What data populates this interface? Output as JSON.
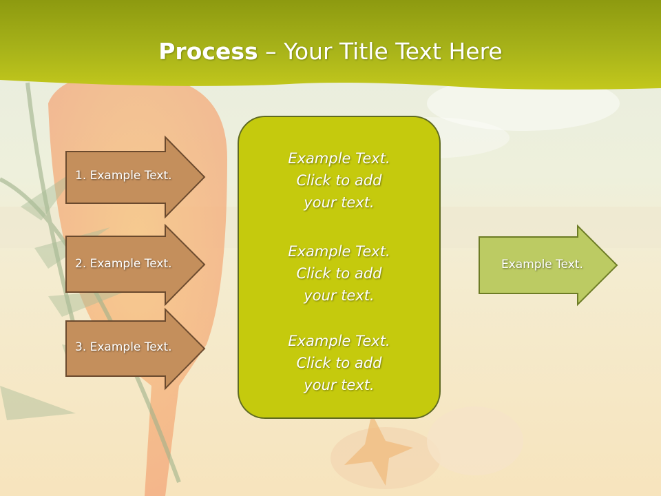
{
  "title": {
    "bold": "Process",
    "rest": " – Your Title Text Here"
  },
  "left_arrows": [
    {
      "label": "1. Example Text."
    },
    {
      "label": "2. Example Text."
    },
    {
      "label": "3. Example Text."
    }
  ],
  "center_box": {
    "blocks": [
      {
        "lines": [
          "Example Text.",
          "Click  to add",
          "your text."
        ]
      },
      {
        "lines": [
          "Example Text.",
          "Click  to add",
          "your text."
        ]
      },
      {
        "lines": [
          "Example Text.",
          "Click  to add",
          "your text."
        ]
      }
    ]
  },
  "right_arrow": {
    "label": "Example Text."
  },
  "colors": {
    "header_green": "#aab51a",
    "left_arrow_fill": "#c48f5c",
    "left_arrow_stroke": "#6b4a2e",
    "center_fill": "#c5ca0d",
    "right_arrow_fill": "#bccb63",
    "right_arrow_stroke": "#6d7c25"
  }
}
